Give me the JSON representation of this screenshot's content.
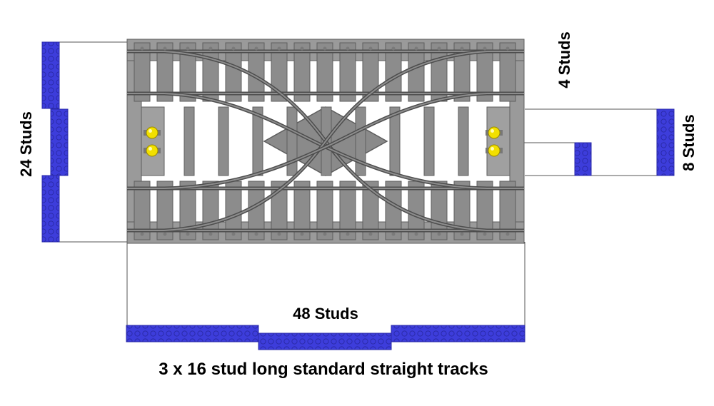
{
  "labels": {
    "height_total": "24 Studs",
    "right_offset": "4 Studs",
    "right_width": "8 Studs",
    "width_total": "48 Studs",
    "caption": "3 x 16 stud long standard straight tracks"
  },
  "colors": {
    "brick_blue": "#3d3ddb",
    "brick_blue_stroke": "#2a2aa8",
    "track_gray": "#8c8c8c",
    "track_dark": "#5e5e5e",
    "rail": "#6f6f6f",
    "signal_yellow": "#f2e000",
    "line": "#555555"
  },
  "icons": {
    "crossover_track": "double-crossover-track-icon",
    "signal_lamp": "yellow-signal-lamp-icon",
    "stud_brick": "blue-stud-plate-icon"
  }
}
